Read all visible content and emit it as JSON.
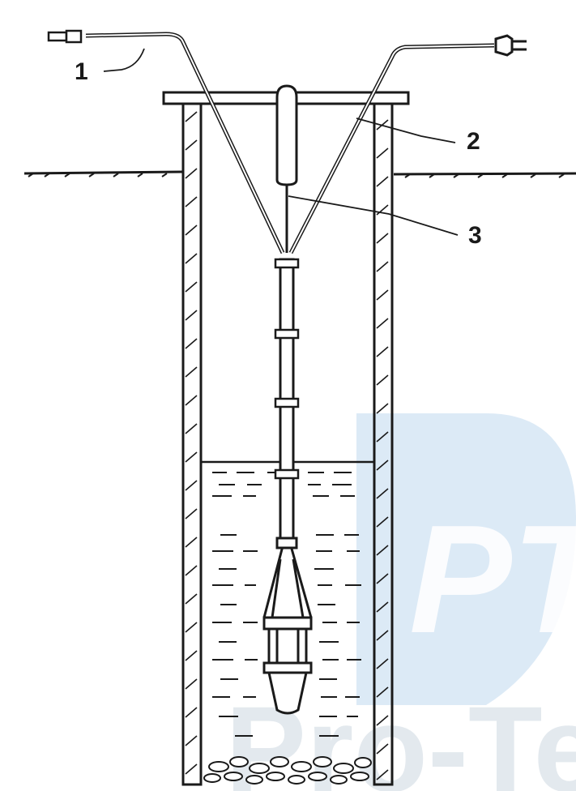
{
  "callouts": [
    {
      "label": "1",
      "part": "power-cable"
    },
    {
      "label": "2",
      "part": "mounting-beam"
    },
    {
      "label": "3",
      "part": "suspension-cable"
    }
  ],
  "watermark": {
    "monogram": "PT",
    "text": "Pro-Te",
    "color": "#d6e6f5"
  },
  "colors": {
    "ink": "#1a1a1a",
    "paper": "#ffffff"
  }
}
